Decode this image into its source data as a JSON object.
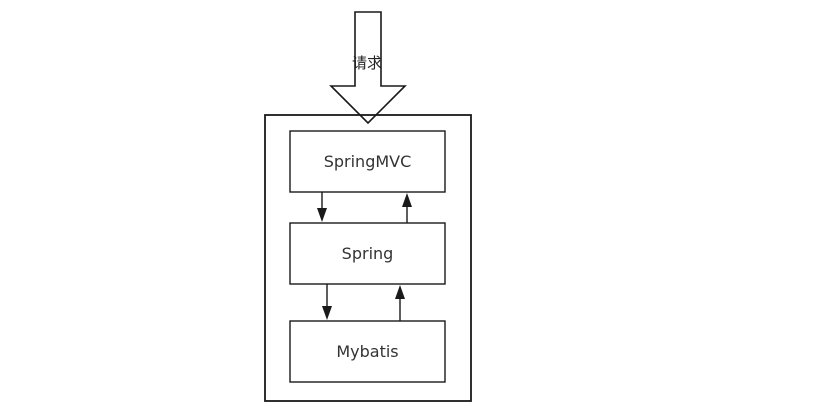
{
  "request_label": "请求",
  "layers": [
    {
      "name": "SpringMVC"
    },
    {
      "name": "Spring"
    },
    {
      "name": "Mybatis"
    }
  ],
  "colors": {
    "stroke": "#1a1a1a",
    "text": "#333333",
    "background": "#ffffff"
  }
}
